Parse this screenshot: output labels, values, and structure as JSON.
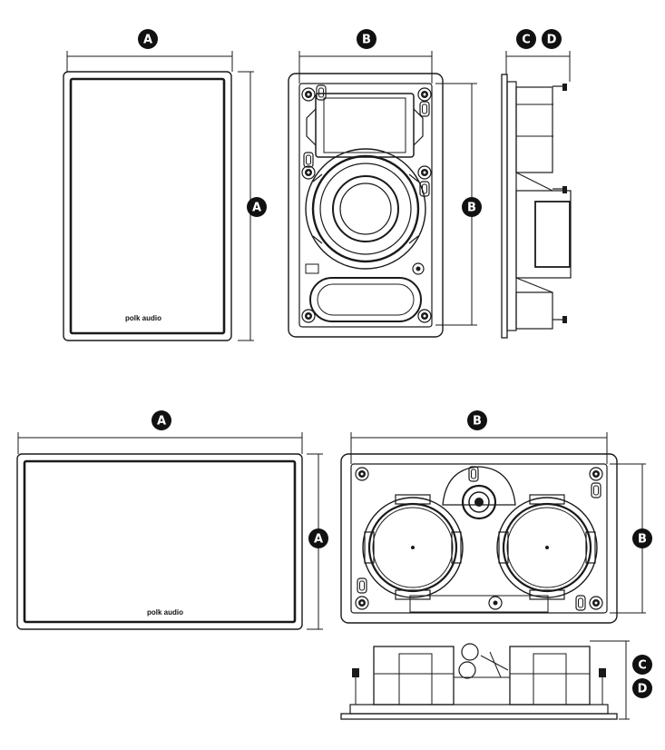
{
  "brand_logo": "polk audio",
  "dimension_labels": {
    "vertical_speaker": {
      "grille_width": "A",
      "grille_height": "A",
      "frame_width": "B",
      "frame_height": "B",
      "depth_c": "C",
      "depth_d": "D"
    },
    "lcr_speaker": {
      "grille_width": "A",
      "grille_height": "A",
      "frame_width": "B",
      "frame_height": "B",
      "depth_c": "C",
      "depth_d": "D"
    }
  },
  "colors": {
    "line": "#1a1a1a",
    "badge": "#111111",
    "background": "#ffffff"
  }
}
